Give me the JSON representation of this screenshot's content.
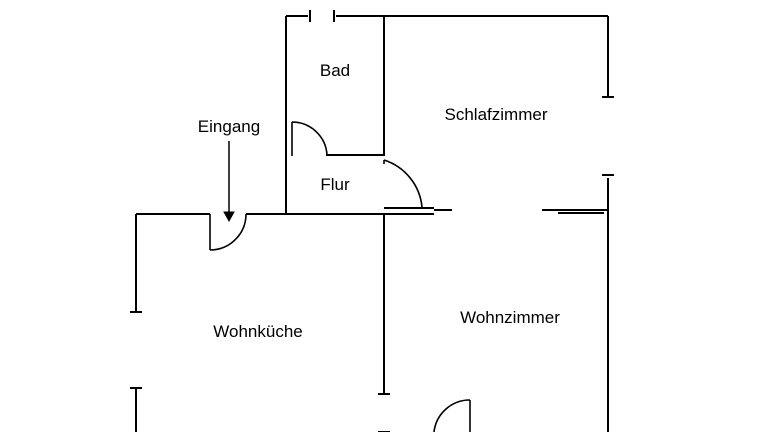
{
  "floorplan": {
    "rooms": {
      "bad": "Bad",
      "schlafzimmer": "Schlafzimmer",
      "flur": "Flur",
      "wohnkueche": "Wohnküche",
      "wohnzimmer": "Wohnzimmer"
    },
    "entrance_label": "Eingang"
  }
}
